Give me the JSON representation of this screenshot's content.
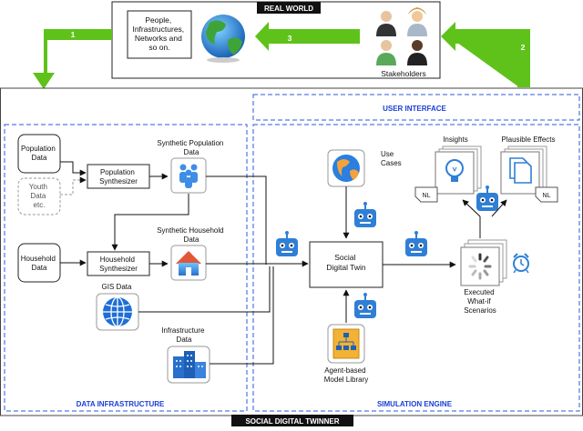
{
  "sections": {
    "real_world": "REAL WORLD",
    "social_digital_twinner": "SOCIAL DIGITAL TWINNER",
    "user_interface": "USER INTERFACE",
    "data_infrastructure": "DATA INFRASTRUCTURE",
    "simulation_engine": "SIMULATION ENGINE"
  },
  "real_world": {
    "people_lines": [
      "People,",
      "Infrastructures,",
      "Networks and",
      "so on."
    ],
    "stakeholders": "Stakeholders"
  },
  "steps": {
    "one": "1",
    "two": "2",
    "three": "3"
  },
  "data_infra": {
    "population_data": [
      "Population",
      "Data"
    ],
    "youth_data": [
      "Youth",
      "Data",
      "etc."
    ],
    "population_synth": [
      "Population",
      "Synthesizer"
    ],
    "synthetic_population": [
      "Synthetic Population",
      "Data"
    ],
    "household_data": [
      "Household",
      "Data"
    ],
    "household_synth": [
      "Household",
      "Synthesizer"
    ],
    "synthetic_household": [
      "Synthetic Household",
      "Data"
    ],
    "gis_data": "GIS Data",
    "infrastructure": [
      "Infrastructure",
      "Data"
    ]
  },
  "sim": {
    "use_cases": [
      "Use",
      "Cases"
    ],
    "social_digital_twin": [
      "Social",
      "Digital Twin"
    ],
    "agent_library": [
      "Agent-based",
      "Model Library"
    ],
    "executed": [
      "Executed",
      "What-if",
      "Scenarios"
    ],
    "insights": "Insights",
    "plausible_effects": "Plausible Effects",
    "nl": "NL"
  }
}
